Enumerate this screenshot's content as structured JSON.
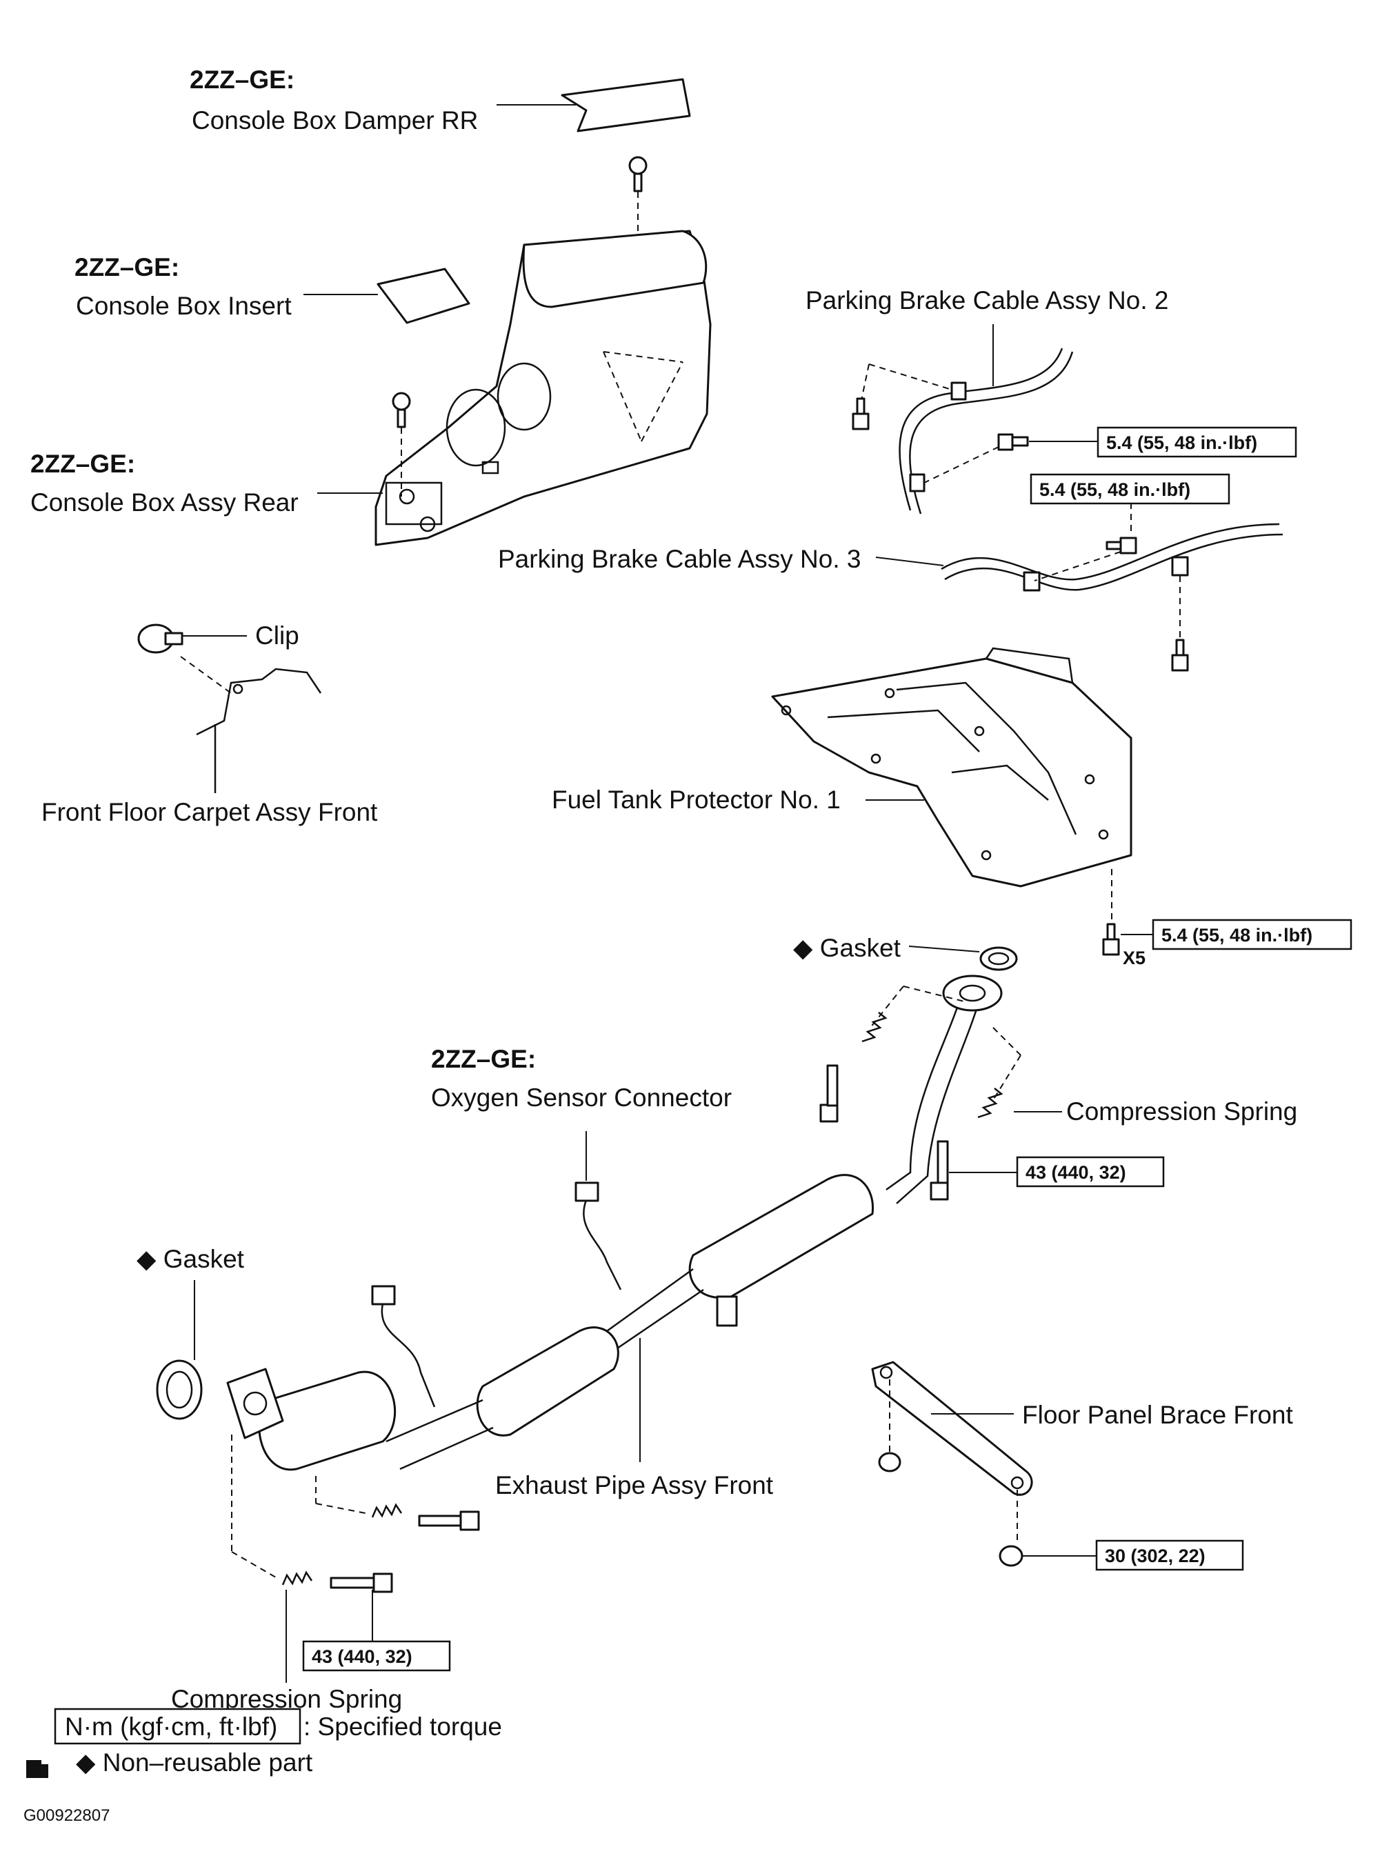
{
  "labels": {
    "damper_engine": "2ZZ–GE:",
    "damper_name": "Console Box Damper RR",
    "insert_engine": "2ZZ–GE:",
    "insert_name": "Console Box Insert",
    "console_engine": "2ZZ–GE:",
    "console_name": "Console Box Assy Rear",
    "brake_cable_2": "Parking Brake Cable Assy No. 2",
    "brake_cable_3": "Parking Brake Cable Assy No. 3",
    "clip": "Clip",
    "carpet": "Front Floor Carpet Assy Front",
    "fuel_tank_protector": "Fuel Tank Protector No. 1",
    "gasket_upper": "Gasket",
    "o2_engine": "2ZZ–GE:",
    "o2_connector": "Oxygen Sensor Connector",
    "compression_spring_upper": "Compression Spring",
    "gasket_lower": "Gasket",
    "floor_panel_brace": "Floor Panel Brace Front",
    "exhaust_pipe": "Exhaust Pipe Assy Front",
    "compression_spring_lower": "Compression Spring"
  },
  "torques": {
    "brake_cable_2": "5.4 (55, 48 in.·lbf)",
    "brake_cable_3": "5.4 (55, 48 in.·lbf)",
    "fuel_tank": "5.4 (55, 48 in.·lbf)",
    "exhaust_upper": "43 (440, 32)",
    "brace": "30 (302, 22)",
    "exhaust_lower": "43 (440, 32)"
  },
  "quantity_fuel_tank": "X5",
  "legend": {
    "torque_unit": "N·m (kgf·cm, ft·lbf)",
    "torque_desc": ": Specified torque",
    "nonreusable_symbol": "◆",
    "nonreusable_text": "Non–reusable part"
  },
  "figure_id": "G00922807"
}
